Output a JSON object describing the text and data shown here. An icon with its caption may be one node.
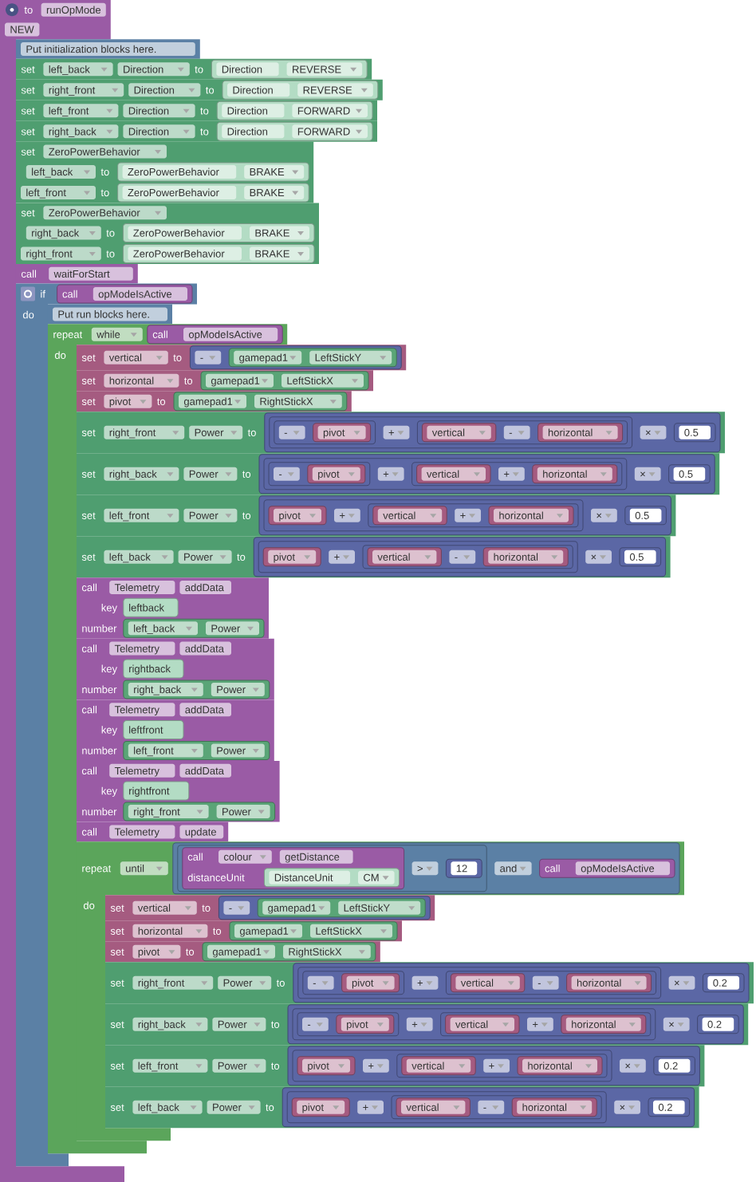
{
  "diagram": {
    "nodes": [
      {
        "text": [
          "to",
          "runOpMode",
          "NEW"
        ]
      },
      {
        "text": [
          "Put initialization blocks here."
        ]
      },
      {
        "text": [
          "set",
          "left_back",
          "Direction",
          "to"
        ]
      },
      {
        "text": [
          "Direction",
          "REVERSE"
        ],
        "in": 2
      },
      {
        "text": [
          "set",
          "right_front",
          "Direction",
          "to"
        ]
      },
      {
        "text": [
          "Direction",
          "REVERSE"
        ],
        "in": 4
      },
      {
        "text": [
          "set",
          "left_front",
          "Direction",
          "to"
        ]
      },
      {
        "text": [
          "Direction",
          "FORWARD"
        ],
        "in": 6
      },
      {
        "text": [
          "set",
          "right_back",
          "Direction",
          "to"
        ]
      },
      {
        "text": [
          "Direction",
          "FORWARD"
        ],
        "in": 8
      },
      {
        "text": [
          "set",
          "ZeroPowerBehavior",
          "left_back",
          "to",
          "left_front",
          "to"
        ]
      },
      {
        "text": [
          "ZeroPowerBehavior",
          "BRAKE"
        ],
        "in": 10
      },
      {
        "text": [
          "ZeroPowerBehavior",
          "BRAKE"
        ],
        "in": 10
      },
      {
        "text": [
          "set",
          "ZeroPowerBehavior",
          "right_back",
          "to",
          "right_front",
          "to"
        ]
      },
      {
        "text": [
          "ZeroPowerBehavior",
          "BRAKE"
        ],
        "in": 13
      },
      {
        "text": [
          "ZeroPowerBehavior",
          "BRAKE"
        ],
        "in": 13
      },
      {
        "text": [
          "call",
          "waitForStart"
        ]
      },
      {
        "text": [
          "if",
          "do"
        ]
      },
      {
        "text": [
          "call",
          "opModeIsActive"
        ],
        "in": 17
      },
      {
        "text": [
          "Put run blocks here."
        ]
      },
      {
        "text": [
          "repeat",
          "while",
          "do"
        ]
      },
      {
        "text": [
          "call",
          "opModeIsActive"
        ],
        "in": 20
      },
      {
        "text": [
          "set",
          "vertical",
          "to"
        ]
      },
      {
        "text": [
          "-"
        ],
        "in": 22
      },
      {
        "text": [
          "gamepad1",
          "LeftStickY"
        ],
        "in": 23
      },
      {
        "text": [
          "set",
          "horizontal",
          "to"
        ]
      },
      {
        "text": [
          "gamepad1",
          "LeftStickX"
        ],
        "in": 25
      },
      {
        "text": [
          "set",
          "pivot",
          "to"
        ]
      },
      {
        "text": [
          "gamepad1",
          "RightStickX"
        ],
        "in": 27
      },
      {
        "text": [
          "set",
          "right_front",
          "Power",
          "to"
        ]
      },
      {
        "text": [
          "×"
        ],
        "in": 29
      },
      {
        "text": [
          "+"
        ],
        "in": 30
      },
      {
        "text": [
          "-"
        ],
        "in": 31
      },
      {
        "text": [
          "pivot"
        ],
        "in": 32
      },
      {
        "text": [
          "-"
        ],
        "in": 31
      },
      {
        "text": [
          "vertical"
        ],
        "in": 34
      },
      {
        "text": [
          "horizontal"
        ],
        "in": 34
      },
      {
        "text": [
          "0.5"
        ],
        "in": 30
      },
      {
        "text": [
          "set",
          "right_back",
          "Power",
          "to"
        ]
      },
      {
        "text": [
          "×"
        ],
        "in": 38
      },
      {
        "text": [
          "+"
        ],
        "in": 39
      },
      {
        "text": [
          "-"
        ],
        "in": 40
      },
      {
        "text": [
          "pivot"
        ],
        "in": 41
      },
      {
        "text": [
          "+"
        ],
        "in": 40
      },
      {
        "text": [
          "vertical"
        ],
        "in": 43
      },
      {
        "text": [
          "horizontal"
        ],
        "in": 43
      },
      {
        "text": [
          "0.5"
        ],
        "in": 39
      },
      {
        "text": [
          "set",
          "left_front",
          "Power",
          "to"
        ]
      },
      {
        "text": [
          "×"
        ],
        "in": 47
      },
      {
        "text": [
          "+"
        ],
        "in": 48
      },
      {
        "text": [
          "pivot"
        ],
        "in": 49
      },
      {
        "text": [
          "+"
        ],
        "in": 49
      },
      {
        "text": [
          "vertical"
        ],
        "in": 51
      },
      {
        "text": [
          "horizontal"
        ],
        "in": 51
      },
      {
        "text": [
          "0.5"
        ],
        "in": 48
      },
      {
        "text": [
          "set",
          "left_back",
          "Power",
          "to"
        ]
      },
      {
        "text": [
          "×"
        ],
        "in": 55
      },
      {
        "text": [
          "+"
        ],
        "in": 56
      },
      {
        "text": [
          "pivot"
        ],
        "in": 57
      },
      {
        "text": [
          "-"
        ],
        "in": 57
      },
      {
        "text": [
          "vertical"
        ],
        "in": 59
      },
      {
        "text": [
          "horizontal"
        ],
        "in": 59
      },
      {
        "text": [
          "0.5"
        ],
        "in": 56
      },
      {
        "text": [
          "call",
          "Telemetry",
          "addData",
          "key",
          "number"
        ]
      },
      {
        "text": [
          "leftback"
        ],
        "in": 63
      },
      {
        "text": [
          "left_back",
          "Power"
        ],
        "in": 63
      },
      {
        "text": [
          "call",
          "Telemetry",
          "addData",
          "key",
          "number"
        ]
      },
      {
        "text": [
          "rightback"
        ],
        "in": 66
      },
      {
        "text": [
          "right_back",
          "Power"
        ],
        "in": 66
      },
      {
        "text": [
          "call",
          "Telemetry",
          "addData",
          "key",
          "number"
        ]
      },
      {
        "text": [
          "leftfront"
        ],
        "in": 69
      },
      {
        "text": [
          "left_front",
          "Power"
        ],
        "in": 69
      },
      {
        "text": [
          "call",
          "Telemetry",
          "addData",
          "key",
          "number"
        ]
      },
      {
        "text": [
          "rightfront"
        ],
        "in": 72
      },
      {
        "text": [
          "right_front",
          "Power"
        ],
        "in": 72
      },
      {
        "text": [
          "call",
          "Telemetry",
          "update"
        ]
      },
      {
        "text": [
          "repeat",
          "until",
          "do"
        ]
      },
      {
        "text": [
          "and"
        ],
        "in": 76
      },
      {
        "text": [
          ">"
        ],
        "in": 77
      },
      {
        "text": [
          "call",
          "colour",
          "getDistance",
          "distanceUnit"
        ],
        "in": 78
      },
      {
        "text": [
          "DistanceUnit",
          "CM"
        ],
        "in": 79
      },
      {
        "text": [
          "12"
        ],
        "in": 78
      },
      {
        "text": [
          "call",
          "opModeIsActive"
        ],
        "in": 77
      },
      {
        "text": [
          "set",
          "vertical",
          "to"
        ]
      },
      {
        "text": [
          "-"
        ],
        "in": 83
      },
      {
        "text": [
          "gamepad1",
          "LeftStickY"
        ],
        "in": 84
      },
      {
        "text": [
          "set",
          "horizontal",
          "to"
        ]
      },
      {
        "text": [
          "gamepad1",
          "LeftStickX"
        ],
        "in": 86
      },
      {
        "text": [
          "set",
          "pivot",
          "to"
        ]
      },
      {
        "text": [
          "gamepad1",
          "RightStickX"
        ],
        "in": 88
      },
      {
        "text": [
          "set",
          "right_front",
          "Power",
          "to"
        ]
      },
      {
        "text": [
          "×"
        ],
        "in": 90
      },
      {
        "text": [
          "+"
        ],
        "in": 91
      },
      {
        "text": [
          "-"
        ],
        "in": 92
      },
      {
        "text": [
          "pivot"
        ],
        "in": 93
      },
      {
        "text": [
          "-"
        ],
        "in": 92
      },
      {
        "text": [
          "vertical"
        ],
        "in": 95
      },
      {
        "text": [
          "horizontal"
        ],
        "in": 95
      },
      {
        "text": [
          "0.2"
        ],
        "in": 91
      },
      {
        "text": [
          "set",
          "right_back",
          "Power",
          "to"
        ]
      },
      {
        "text": [
          "×"
        ],
        "in": 99
      },
      {
        "text": [
          "+"
        ],
        "in": 100
      },
      {
        "text": [
          "-"
        ],
        "in": 101
      },
      {
        "text": [
          "pivot"
        ],
        "in": 102
      },
      {
        "text": [
          "+"
        ],
        "in": 101
      },
      {
        "text": [
          "vertical"
        ],
        "in": 104
      },
      {
        "text": [
          "horizontal"
        ],
        "in": 104
      },
      {
        "text": [
          "0.2"
        ],
        "in": 100
      },
      {
        "text": [
          "set",
          "left_front",
          "Power",
          "to"
        ]
      },
      {
        "text": [
          "×"
        ],
        "in": 108
      },
      {
        "text": [
          "+"
        ],
        "in": 109
      },
      {
        "text": [
          "pivot"
        ],
        "in": 110
      },
      {
        "text": [
          "+"
        ],
        "in": 110
      },
      {
        "text": [
          "vertical"
        ],
        "in": 112
      },
      {
        "text": [
          "horizontal"
        ],
        "in": 112
      },
      {
        "text": [
          "0.2"
        ],
        "in": 109
      },
      {
        "text": [
          "set",
          "left_back",
          "Power",
          "to"
        ]
      },
      {
        "text": [
          "×"
        ],
        "in": 116
      },
      {
        "text": [
          "+"
        ],
        "in": 117
      },
      {
        "text": [
          "pivot"
        ],
        "in": 118
      },
      {
        "text": [
          "-"
        ],
        "in": 118
      },
      {
        "text": [
          "vertical"
        ],
        "in": 120
      },
      {
        "text": [
          "horizontal"
        ],
        "in": 120
      },
      {
        "text": [
          "0.2"
        ],
        "in": 117
      }
    ]
  }
}
